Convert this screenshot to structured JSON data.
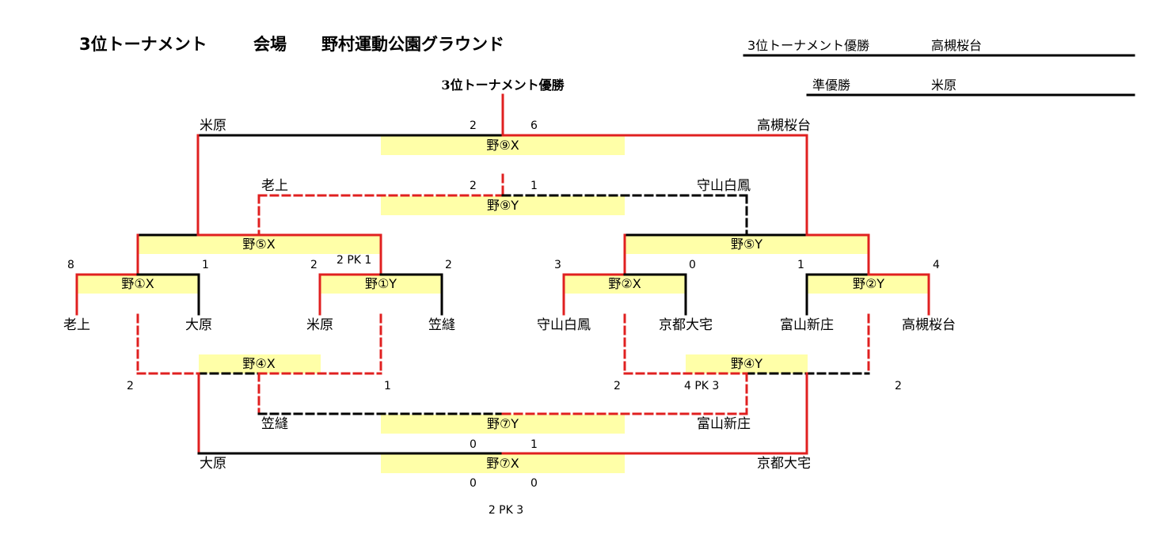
{
  "header": {
    "tournament_label": "3位トーナメント",
    "venue_label": "会場",
    "venue_name": "野村運動公園グラウンド",
    "results": [
      {
        "label": "3位トーナメント優勝",
        "team": "高槻桜台"
      },
      {
        "label": "準優勝",
        "team": "米原"
      }
    ]
  },
  "final": {
    "title": "3位トーナメント優勝",
    "match": "野⑨X",
    "left_team": "米原",
    "right_team": "高槻桜台",
    "left_score": "2",
    "right_score": "6"
  },
  "semi_matches": [
    {
      "match": "野⑨Y",
      "left_team": "老上",
      "right_team": "守山白鳳",
      "left_score": "2",
      "right_score": "1"
    }
  ],
  "second_round": [
    {
      "match": "野⑤X",
      "pk": "2 PK 1"
    },
    {
      "match": "野⑤Y"
    }
  ],
  "first_round": [
    {
      "match": "野①X",
      "left_team": "老上",
      "right_team": "大原",
      "left_score": "8",
      "right_score": "1"
    },
    {
      "match": "野①Y",
      "left_team": "米原",
      "right_team": "笠縫",
      "left_score": "2",
      "right_score": "2"
    },
    {
      "match": "野②X",
      "left_team": "守山白鳳",
      "right_team": "京都大宅",
      "left_score": "3",
      "right_score": "0"
    },
    {
      "match": "野②Y",
      "left_team": "富山新庄",
      "right_team": "高槻桜台",
      "left_score": "1",
      "right_score": "4"
    }
  ],
  "losers_round": [
    {
      "match": "野④X",
      "left_score": "2",
      "right_score": "1"
    },
    {
      "match": "野④Y",
      "left_score": "2",
      "right_score": "2",
      "pk": "4 PK 3"
    }
  ],
  "lower_matches": [
    {
      "match": "野⑦Y",
      "left_team": "笠縫",
      "right_team": "富山新庄",
      "left_score": "0",
      "right_score": "1"
    },
    {
      "match": "野⑦X",
      "left_team": "大原",
      "right_team": "京都大宅",
      "left_score": "0",
      "right_score": "0",
      "pk": "2 PK 3"
    }
  ],
  "colors": {
    "win": "#e02020",
    "line": "#000000",
    "box": "#ffffa8"
  }
}
